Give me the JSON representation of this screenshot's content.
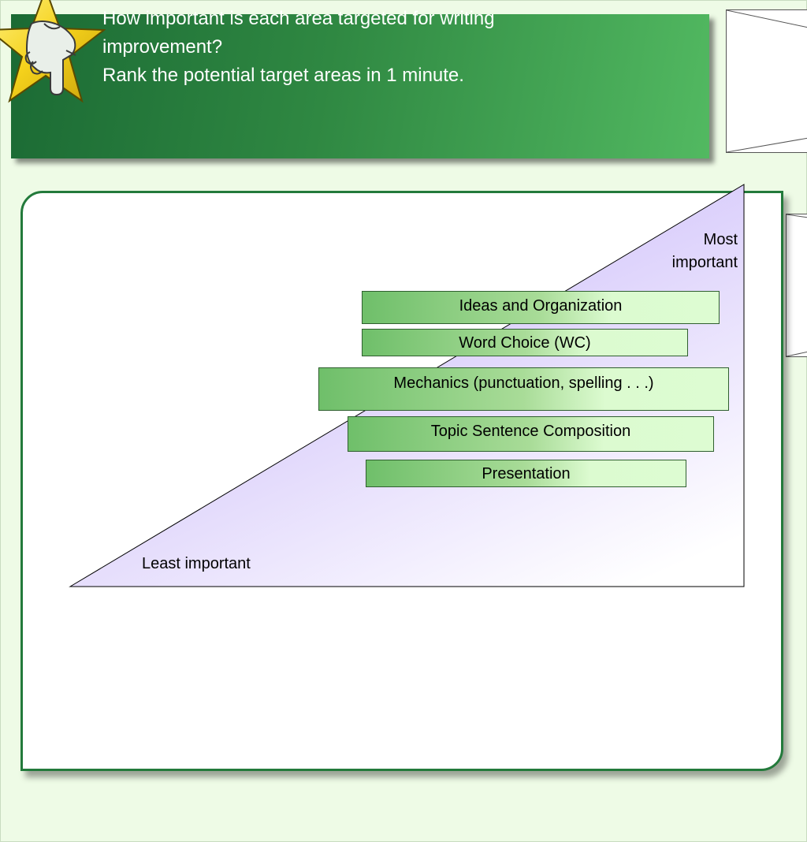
{
  "header": {
    "title_lines": [
      "How important is each area targeted for writing",
      "improvement?",
      "Rank the potential target areas in 1 minute."
    ],
    "icon": "star-pointing-hand-icon"
  },
  "colors": {
    "header_dark": "#1b6a34",
    "header_light": "#52b961",
    "triangle_fill": "#d9cdfb",
    "bar_green": "#6fbf6a",
    "bar_light": "#ddfcd2",
    "background": "#eefbe6"
  },
  "ranking": {
    "top_label": [
      "Most",
      "important"
    ],
    "bottom_label": "Least important",
    "items": [
      "Ideas and Organization",
      "Word Choice (WC)",
      "Mechanics (punctuation, spelling . . .)",
      "Topic Sentence Composition",
      "Presentation"
    ]
  }
}
